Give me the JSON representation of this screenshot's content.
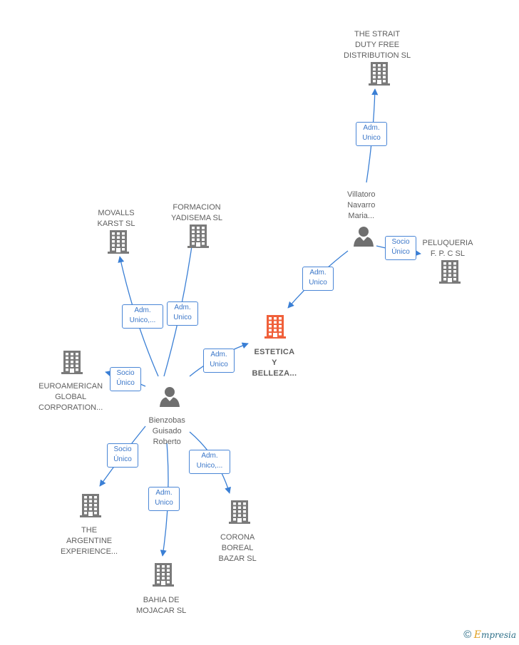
{
  "nodes": [
    {
      "id": "strait",
      "type": "company",
      "lines": [
        "THE STRAIT",
        "DUTY FREE",
        "DISTRIBUTION SL"
      ]
    },
    {
      "id": "villatoro",
      "type": "person",
      "lines": [
        "Villatoro",
        "Navarro",
        "Maria..."
      ]
    },
    {
      "id": "peluqueria",
      "type": "company",
      "lines": [
        "PELUQUERIA",
        "F.  P. C SL"
      ]
    },
    {
      "id": "movalls",
      "type": "company",
      "lines": [
        "MOVALLS",
        "KARST SL"
      ]
    },
    {
      "id": "formacion",
      "type": "company",
      "lines": [
        "FORMACION",
        "YADISEMA  SL"
      ]
    },
    {
      "id": "estetica",
      "type": "company-focus",
      "lines": [
        "ESTETICA",
        "Y",
        "BELLEZA..."
      ]
    },
    {
      "id": "euroamerican",
      "type": "company",
      "lines": [
        "EUROAMERICAN",
        "GLOBAL",
        "CORPORATION..."
      ]
    },
    {
      "id": "bienzobas",
      "type": "person",
      "lines": [
        "Bienzobas",
        "Guisado",
        "Roberto"
      ]
    },
    {
      "id": "argentine",
      "type": "company",
      "lines": [
        "THE",
        "ARGENTINE",
        "EXPERIENCE..."
      ]
    },
    {
      "id": "corona",
      "type": "company",
      "lines": [
        "CORONA",
        "BOREAL",
        "BAZAR  SL"
      ]
    },
    {
      "id": "bahia",
      "type": "company",
      "lines": [
        "BAHIA DE",
        "MOJACAR SL"
      ]
    }
  ],
  "edges": [
    {
      "id": "e1",
      "from": "villatoro",
      "to": "strait",
      "lines": [
        "Adm.",
        "Unico"
      ]
    },
    {
      "id": "e2",
      "from": "villatoro",
      "to": "peluqueria",
      "lines": [
        "Socio",
        "Único"
      ]
    },
    {
      "id": "e3",
      "from": "villatoro",
      "to": "estetica",
      "lines": [
        "Adm.",
        "Unico"
      ]
    },
    {
      "id": "e4",
      "from": "bienzobas",
      "to": "movalls",
      "lines": [
        "Adm.",
        "Unico,..."
      ]
    },
    {
      "id": "e5",
      "from": "bienzobas",
      "to": "formacion",
      "lines": [
        "Adm.",
        "Unico"
      ]
    },
    {
      "id": "e6",
      "from": "bienzobas",
      "to": "estetica",
      "lines": [
        "Adm.",
        "Unico"
      ]
    },
    {
      "id": "e7",
      "from": "bienzobas",
      "to": "euroamerican",
      "lines": [
        "Socio",
        "Único"
      ]
    },
    {
      "id": "e8",
      "from": "bienzobas",
      "to": "argentine",
      "lines": [
        "Socio",
        "Único"
      ]
    },
    {
      "id": "e9",
      "from": "bienzobas",
      "to": "bahia",
      "lines": [
        "Adm.",
        "Unico"
      ]
    },
    {
      "id": "e10",
      "from": "bienzobas",
      "to": "corona",
      "lines": [
        "Adm.",
        "Unico,..."
      ]
    }
  ],
  "colors": {
    "edge": "#3a7fd5",
    "company": "#7a7a7a",
    "company_focus": "#f0603a",
    "person": "#6f6f6f",
    "text": "#5f5f5f"
  },
  "footer": {
    "copyright": "©",
    "brand_initial": "E",
    "brand_rest": "mpresia"
  }
}
